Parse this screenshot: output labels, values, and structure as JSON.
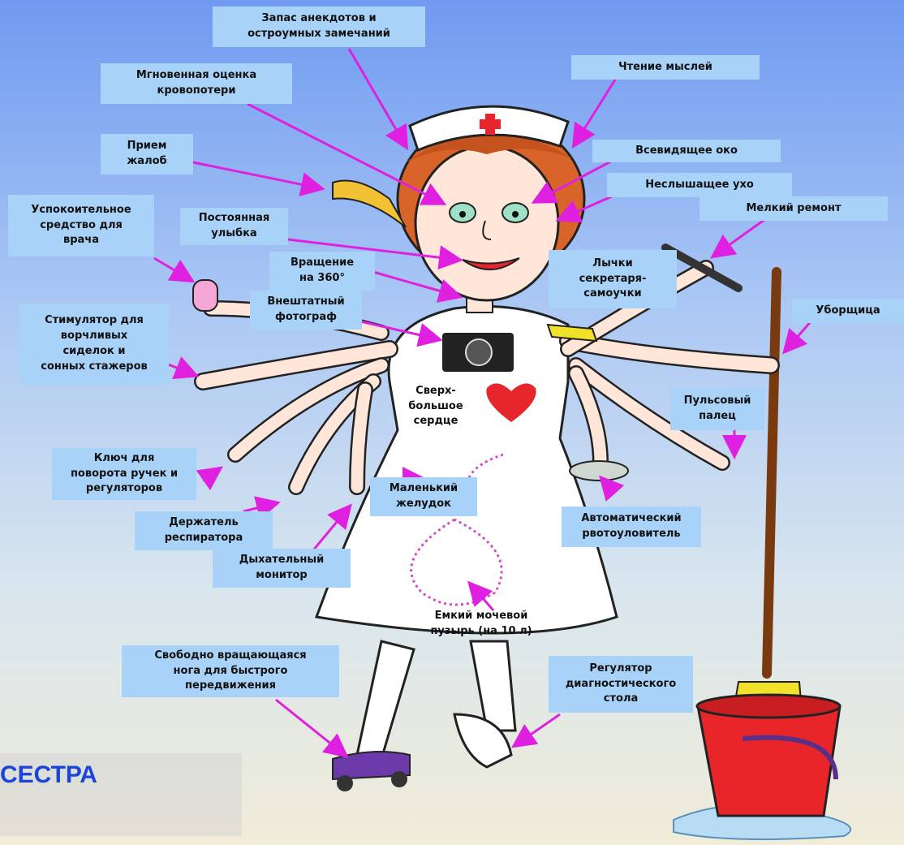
{
  "title": "СЕСТРА",
  "labels": {
    "jokes": "Запас анекдотов и\nостроумных замечаний",
    "bloodloss": "Мгновенная  оценка\nкровопотери",
    "complaints": "Прием\nжалоб",
    "sedative": "Успокоительное\nсредство для\nврача",
    "smile": "Постоянная\nулыбка",
    "rotation": "Вращение\nна 360°",
    "photographer": "Внештатный\nфотограф",
    "stimulator": "Стимулятор для\nворчливых\nсиделок и\nсонных стажеров",
    "mindreading": "Чтение мыслей",
    "eye": "Всевидящее око",
    "ear": "Неслышащее ухо",
    "repair": "Мелкий ремонт",
    "secretary": "Лычки\nсекретаря-\nсамоучки",
    "cleaner": "Уборщица",
    "heart": "Сверх-\nбольшое\nсердце",
    "pulse": "Пульсовый\nпалец",
    "key": "Ключ для\nповорота  ручек и\nрегуляторов",
    "stomach": "Маленький\nжелудок",
    "vomit": "Автоматический\nрвотоуловитель",
    "respirator": "Держатель\nреспиратора",
    "breathing": "Дыхательный\nмонитор",
    "bladder": "Емкий мочевой\nпузырь (на 10 л)",
    "leg": "Свободно вращающаяся\nнога для быстрого\nпередвижения",
    "table": "Регулятор\nдиагностического\nстола"
  }
}
